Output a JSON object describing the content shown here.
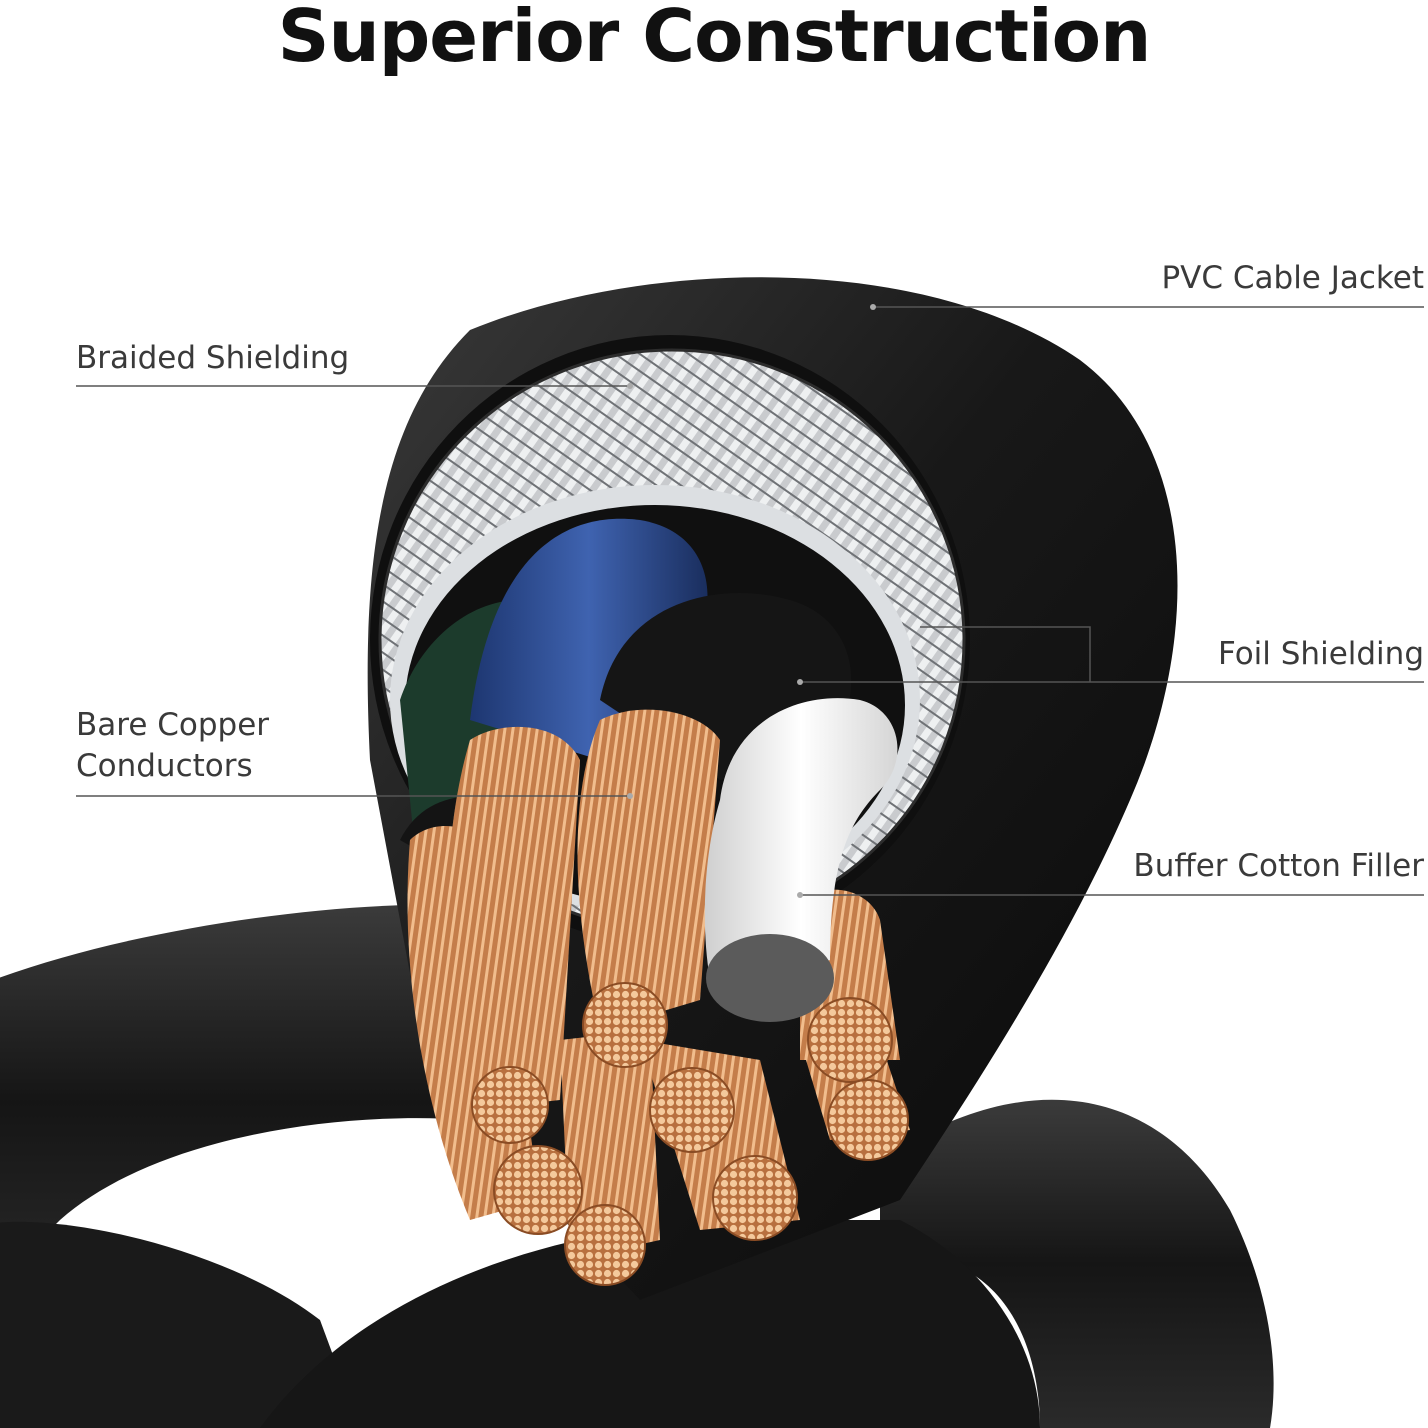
{
  "title": "Superior Construction",
  "labels": {
    "pvc_jacket": "PVC Cable Jacket",
    "braided_shielding": "Braided Shielding",
    "foil_shielding": "Foil Shielding",
    "bare_copper_line1": "Bare Copper",
    "bare_copper_line2": "Conductors",
    "buffer_filler": "Buffer Cotton Filler"
  },
  "colors": {
    "jacket": "#161616",
    "braid": "#b9bcbf",
    "foil": "#d7d9dc",
    "blue_insulation": "#2a4a8c",
    "green_insulation": "#1f4a35",
    "copper": "#c9895a",
    "copper_highlight": "#f3c9a0",
    "filler": "#eeeeee",
    "leader_line": "#555555"
  }
}
